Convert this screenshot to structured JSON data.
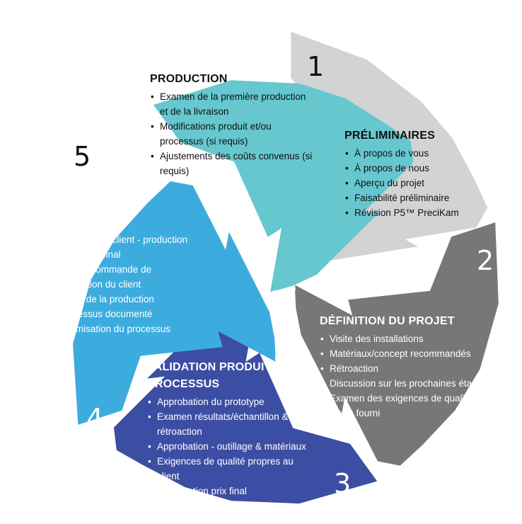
{
  "colors": {
    "production": "#66c7cf",
    "preliminaires": "#d2d3d5",
    "definition": "#767779",
    "validation": "#3c4ea3",
    "lancement": "#3cacdf"
  },
  "stages": {
    "production": {
      "number": "5",
      "title": "PRODUCTION",
      "items": [
        "Examen de la première production et de la livraison",
        "Modifications produit et/ou processus (si requis)",
        "Ajustements des coûts convenus (si requis)"
      ]
    },
    "preliminaires": {
      "number": "1",
      "title": "PRÉLIMINAIRES",
      "items": [
        "À propos de vous",
        "À propos de nous",
        "Aperçu du projet",
        "Faisabilité préliminaire",
        "Révision P5™ PreciKam"
      ]
    },
    "definition": {
      "number": "2",
      "title": "DÉFINITION DU PROJET",
      "items": [
        "Visite des installations",
        "Matériaux/concept recommandés",
        "Rétroaction",
        "Discussion sur les prochaines étapes",
        "Examen des exigences de qualité",
        "Devis fourni"
      ]
    },
    "validation": {
      "number": "3",
      "title": "VALIDATION PRODUIT & PROCESSUS",
      "items": [
        "Approbation du prototype",
        "Examen résultats/échantillon & rétroaction",
        "Approbation - outillage & matériaux",
        "Exigences de qualité propres au client",
        "Approbation prix final"
      ]
    },
    "lancement": {
      "number": "4",
      "title": "LANCEMENT",
      "items": [
        "Approbation client - production du produit final",
        "Bon de commande de production du client",
        "Début de la production",
        "Processus documenté",
        "Optimisation du processus"
      ]
    }
  }
}
